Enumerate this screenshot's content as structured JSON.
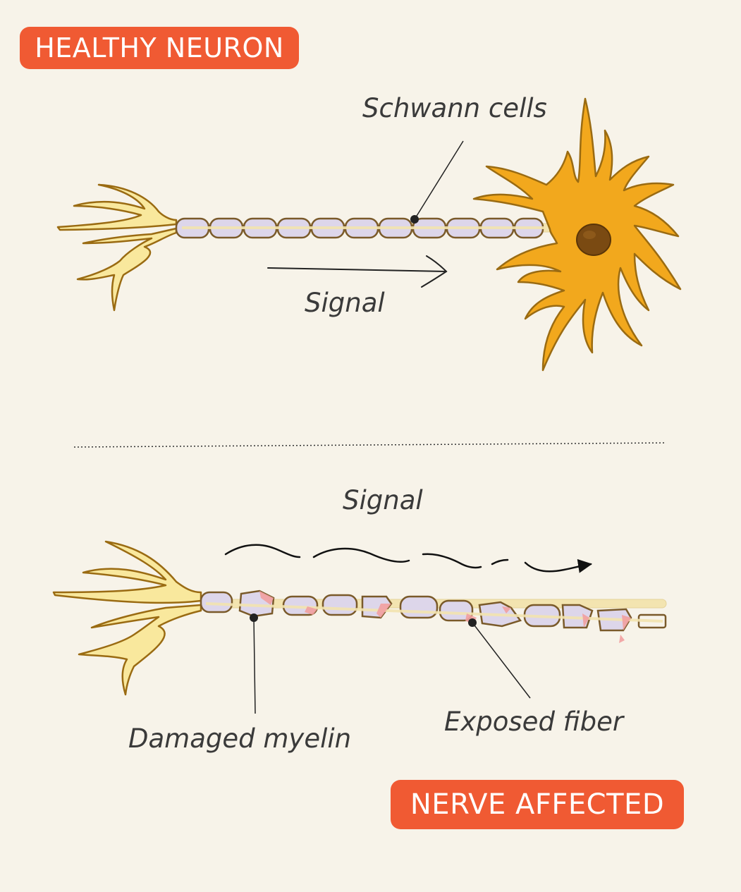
{
  "badges": {
    "healthy": "HEALTHY NEURON",
    "affected": "NERVE AFFECTED"
  },
  "labels": {
    "schwann_cells": "Schwann cells",
    "signal_top": "Signal",
    "signal_bottom": "Signal",
    "damaged_myelin": "Damaged myelin",
    "exposed_fiber": "Exposed fiber"
  },
  "colors": {
    "background": "#f7f3e9",
    "badge": "#f05a33",
    "cell_body": "#f2a81d",
    "nucleus": "#7a4a12",
    "dendrite": "#f9e89d",
    "outline": "#9a6b12",
    "myelin": "#ddd6ea",
    "damage": "#f2a0a0"
  }
}
